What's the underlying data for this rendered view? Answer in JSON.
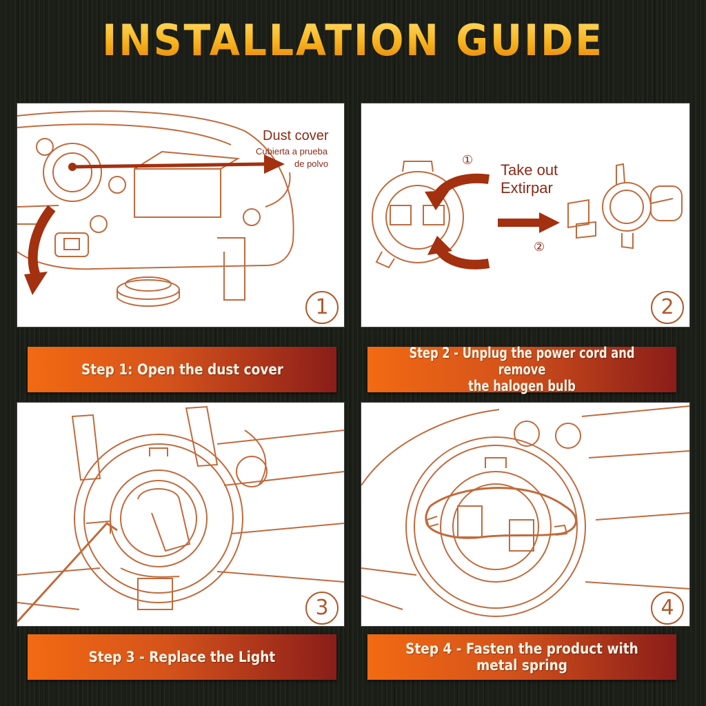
{
  "title": "INSTALLATION GUIDE",
  "steps": [
    {
      "number": "1",
      "caption": "Step 1: Open the dust cover",
      "label_en": "Dust cover",
      "label_es_1": "Cubierta a prueba",
      "label_es_2": "de polvo"
    },
    {
      "number": "2",
      "caption_1": "Step 2 - Unplug the power cord and remove",
      "caption_2": "the halogen bulb",
      "label_en": "Take out",
      "label_es": "Extirpar",
      "marker_1": "①",
      "marker_2": "②"
    },
    {
      "number": "3",
      "caption": "Step 3 - Replace the Light"
    },
    {
      "number": "4",
      "caption": "Step 4 - Fasten the product with metal spring"
    }
  ],
  "colors": {
    "line": "#c06a3c",
    "arrow": "#a3300f",
    "title": "#f5b71c",
    "bar_start": "#f26a12",
    "bar_end": "#8a1d1a"
  }
}
